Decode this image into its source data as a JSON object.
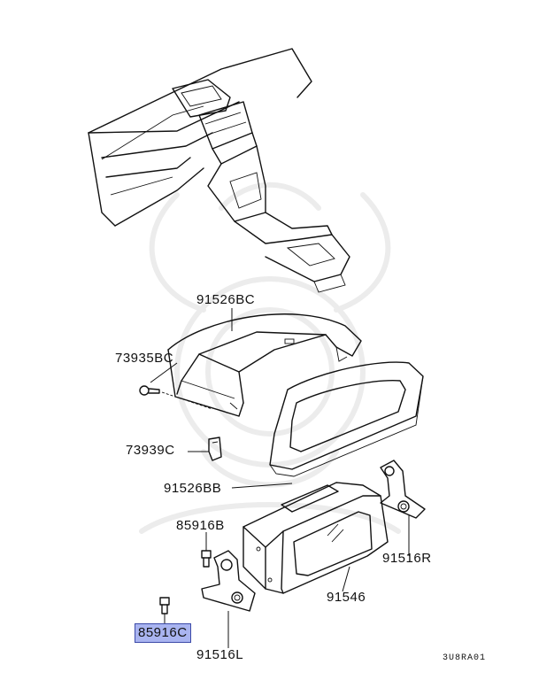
{
  "diagram": {
    "parts": [
      {
        "id": "91526BC",
        "label": "91526BC"
      },
      {
        "id": "73935BC",
        "label": "73935BC"
      },
      {
        "id": "73939C",
        "label": "73939C"
      },
      {
        "id": "91526BB",
        "label": "91526BB"
      },
      {
        "id": "85916B",
        "label": "85916B"
      },
      {
        "id": "91516R",
        "label": "91516R"
      },
      {
        "id": "91546",
        "label": "91546"
      },
      {
        "id": "85916C",
        "label": "85916C",
        "highlighted": true
      },
      {
        "id": "91516L",
        "label": "91516L"
      }
    ],
    "drawing_code": "3U8RA01",
    "highlight_color": "#a9b4f0"
  }
}
